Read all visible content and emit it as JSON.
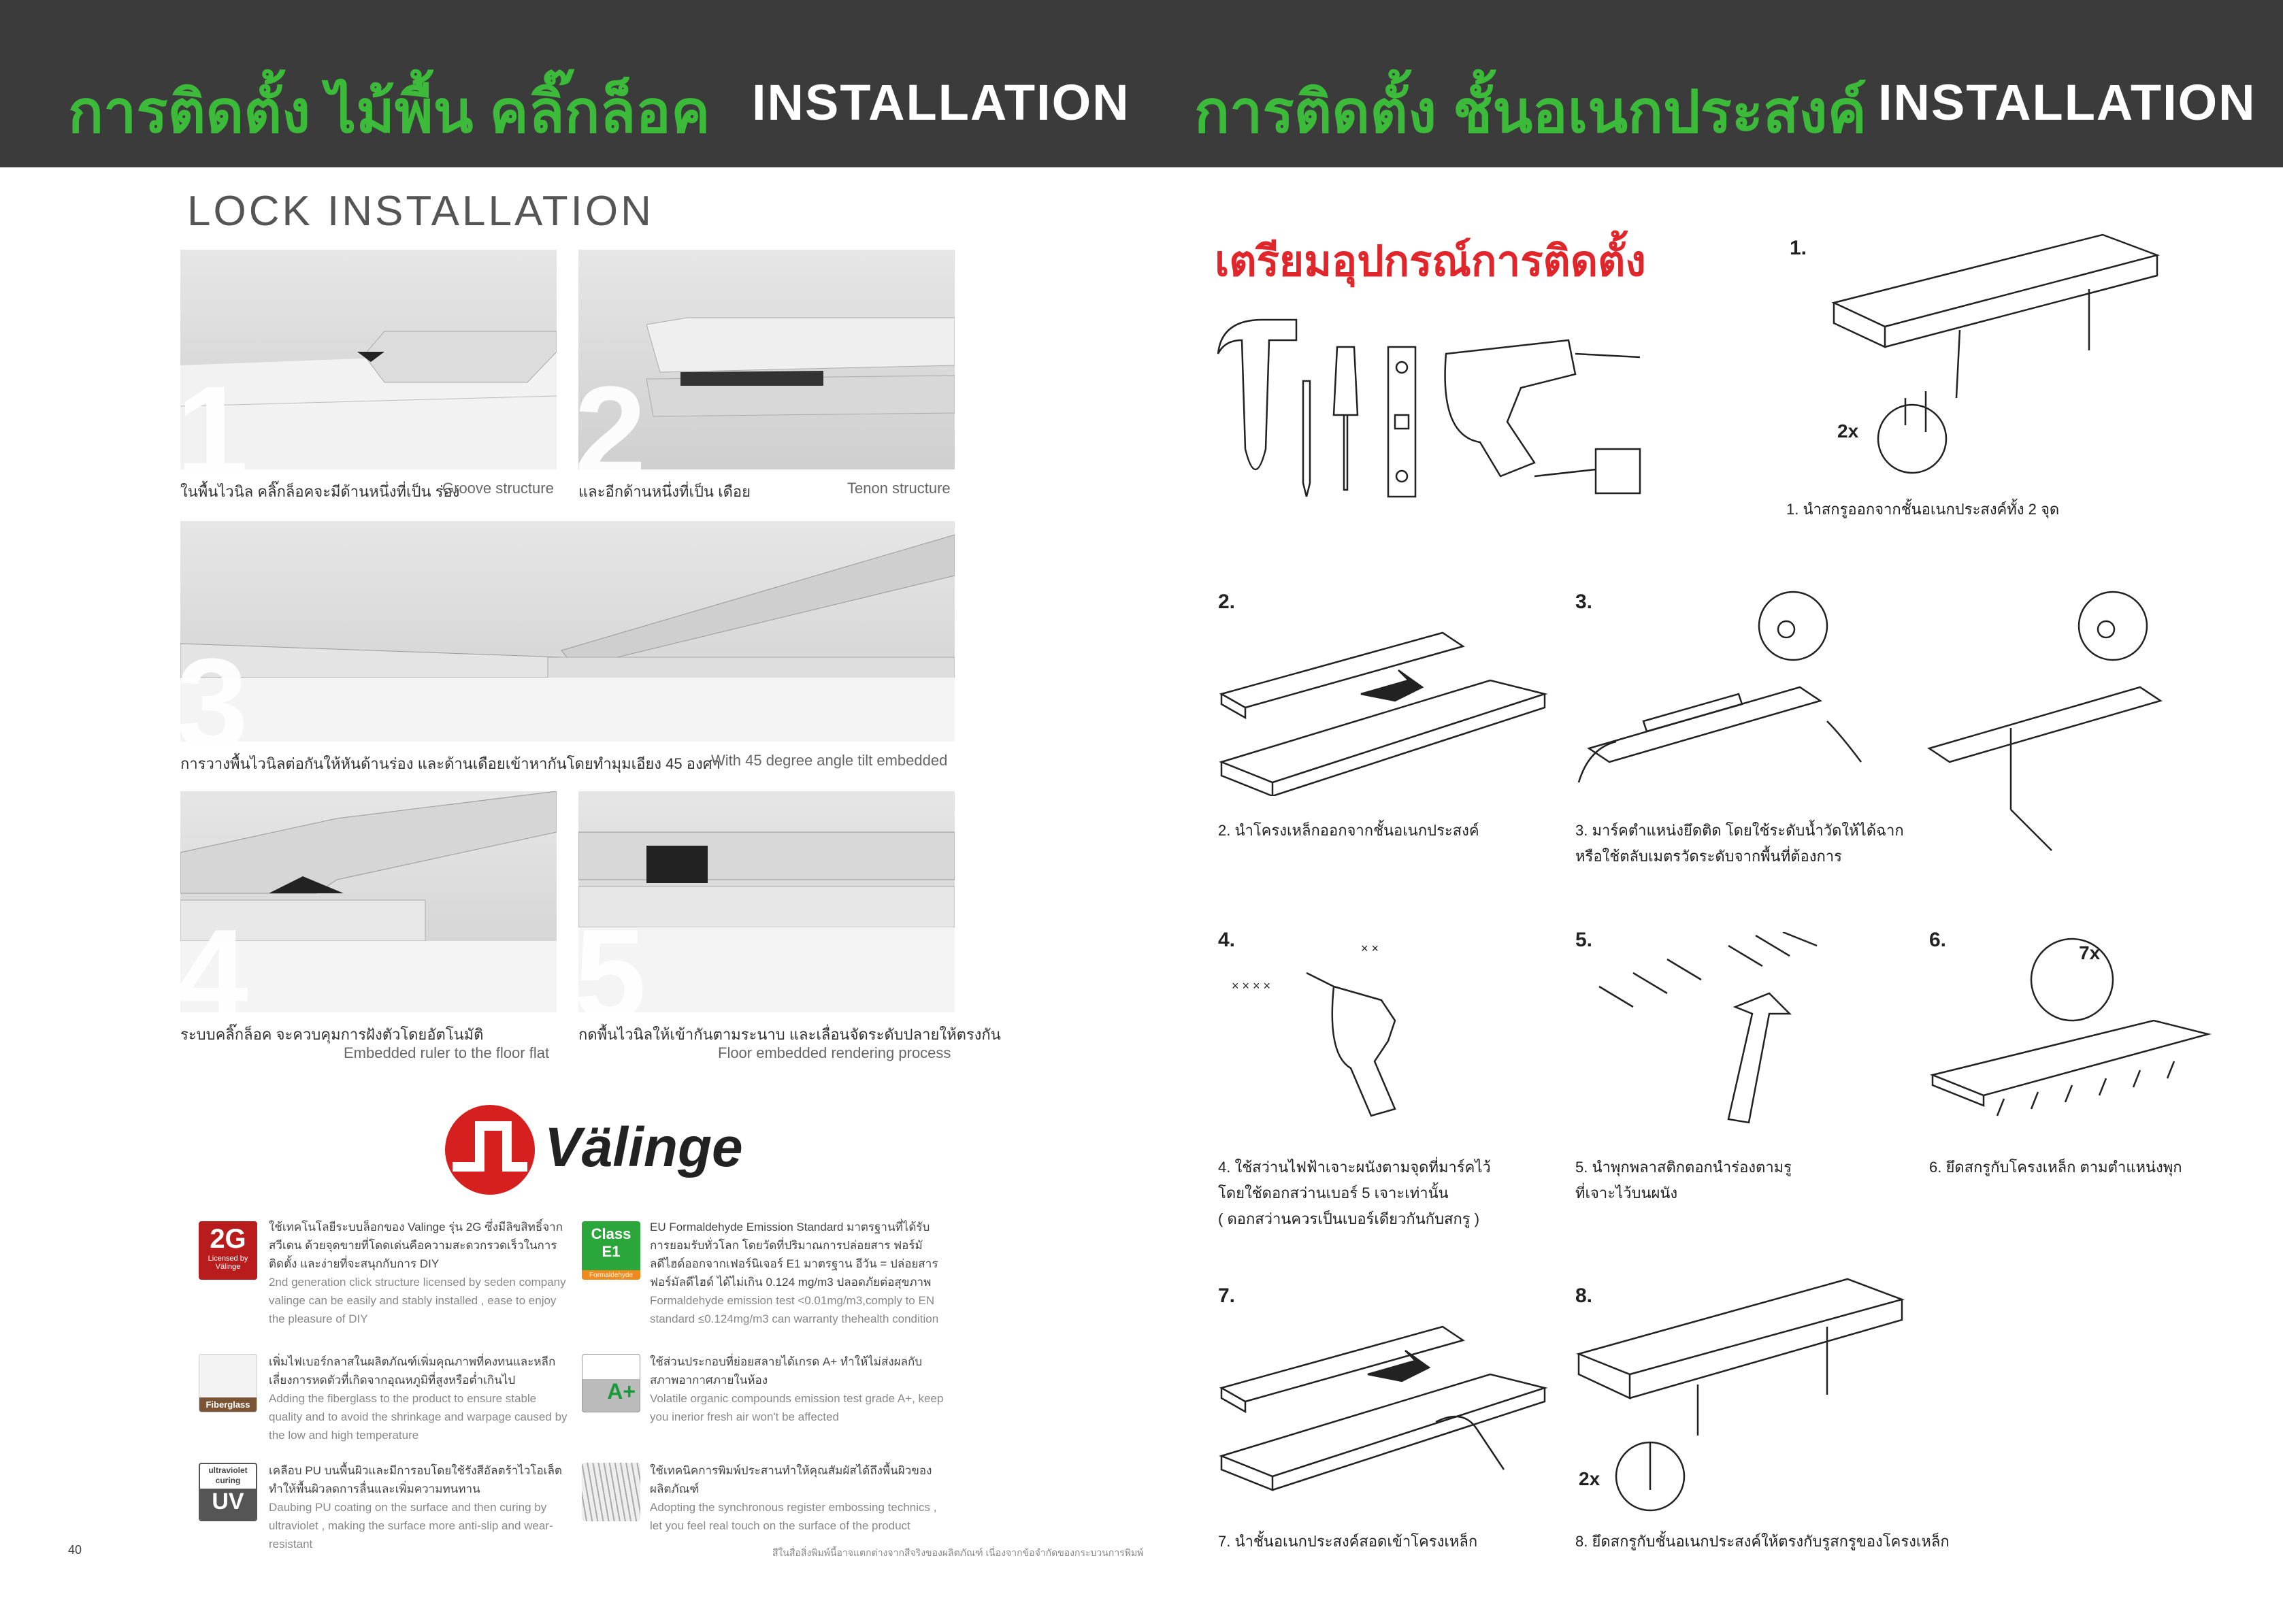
{
  "header": {
    "left_title_th": "การติดตั้ง ไม้พื้น คลิ๊กล็อค",
    "left_title_en": "INSTALLATION",
    "right_title_th": "การติดตั้ง ชั้นอเนกประสงค์",
    "right_title_en": "INSTALLATION",
    "green": "#3cbb3a",
    "bg": "#3b3b3b"
  },
  "lock": {
    "title": "LOCK INSTALLATION",
    "panels": [
      {
        "num": "1",
        "th": "ในพื้นไวนิล คลิ๊กล็อคจะมีด้านหนึ่งที่เป็น ร่อง",
        "en": "Groove structure"
      },
      {
        "num": "2",
        "th": "และอีกด้านหนึ่งที่เป็น เดือย",
        "en": "Tenon structure"
      },
      {
        "num": "3",
        "th": "การวางพื้นไวนิลต่อกันให้หันด้านร่อง และด้านเดือยเข้าหากันโดยทำมุมเอียง 45 องศา",
        "en": "With 45 degree angle tilt embedded"
      },
      {
        "num": "4",
        "th": "ระบบคลิ๊กล็อค จะควบคุมการฝังตัวโดยอัตโนมัติ",
        "en": "Embedded ruler to the floor flat"
      },
      {
        "num": "5",
        "th": "กดพื้นไวนิลให้เข้ากันตามระนาบ และเลื่อนจัดระดับปลายให้ตรงกัน",
        "en": "Floor embedded rendering process"
      }
    ]
  },
  "brand": {
    "name": "Välinge",
    "red": "#d6201f"
  },
  "features": [
    {
      "icon": "2g-valinge-badge",
      "badge": "2G",
      "badge_sub": "Licensed by Välinge",
      "th": "ใช้เทคโนโลยีระบบล็อกของ Valinge รุ่น 2G ซึ่งมีลิขสิทธิ์จากสวีเดน ด้วยจุดขายที่โดดเด่นคือความสะดวกรวดเร็วในการติดตั้ง และง่ายที่จะสนุกกับการ DIY",
      "en": "2nd generation click structure licensed by seden company valinge can be easily and stably installed , ease to enjoy the pleasure of DIY"
    },
    {
      "icon": "class-e1-badge",
      "badge": "Class E1",
      "badge_sub": "Formaldehyde Emission",
      "th": "EU Formaldehyde Emission Standard มาตรฐานที่ได้รับการยอมรับทั่วโลก โดยวัดที่ปริมาณการปล่อยสาร ฟอร์มัลดีไฮด์ออกจากเฟอร์นิเจอร์ E1 มาตรฐาน อีวัน = ปล่อยสารฟอร์มัลดีไฮด์ ได้ไม่เกิน 0.124 mg/m3 ปลอดภัยต่อสุขภาพ",
      "en": "Formaldehyde emission test <0.01mg/m3,comply to EN standard ≤0.124mg/m3 can warranty thehealth condition"
    },
    {
      "icon": "fiberglass-badge",
      "badge": "Fiberglass",
      "th": "เพิ่มไฟเบอร์กลาสในผลิตภัณฑ์เพิ่มคุณภาพที่คงทนและหลีกเลี่ยงการหดตัวที่เกิดจากอุณหภูมิที่สูงหรือต่ำเกินไป",
      "en": "Adding the fiberglass to the product to ensure stable quality and to avoid the shrinkage and warpage caused by the low and high temperature"
    },
    {
      "icon": "a-plus-air-badge",
      "badge": "A+",
      "th": "ใช้ส่วนประกอบที่ย่อยสลายได้เกรด A+ ทำให้ไม่ส่งผลกับสภาพอากาศภายในห้อง",
      "en": "Volatile organic compounds emission test grade A+, keep you inerior fresh air won't be affected"
    },
    {
      "icon": "uv-curing-badge",
      "badge": "UV",
      "badge_sub": "ultraviolet curing",
      "th": "เคลือบ PU บนพื้นผิวและมีการอบโดยใช้รังสีอัลตร้าไวโอเล็ตทำให้พื้นผิวลดการลื่นและเพิ่มความทนทาน",
      "en": "Daubing PU coating on the surface and then curing by ultraviolet , making the surface more anti-slip and wear-resistant"
    },
    {
      "icon": "wood-grain-badge",
      "th": "ใช้เทคนิคการพิมพ์ประสานทำให้คุณสัมผัสได้ถึงพื้นผิวของผลิตภัณฑ์",
      "en": "Adopting the synchronous register embossing technics , let you feel real touch on the surface of the product"
    }
  ],
  "footer": {
    "page_number": "40",
    "note": "สีในสื่อสิ่งพิมพ์นี้อาจแตกต่างจากสีจริงของผลิตภัณฑ์ เนื่องจากข้อจำกัดของกระบวนการพิมพ์"
  },
  "shelf": {
    "tools_title": "เตรียมอุปกรณ์การติดตั้ง",
    "tools_color": "#e1262b",
    "steps": [
      {
        "no": "1.",
        "cap": [
          "1. นำสกรูออกจากชั้นอเนกประสงค์ทั้ง 2 จุด"
        ],
        "badge": "2x"
      },
      {
        "no": "2.",
        "cap": [
          "2. นำโครงเหล็กออกจากชั้นอเนกประสงค์"
        ]
      },
      {
        "no": "3.",
        "cap": [
          "3. มาร์คตำแหน่งยึดติด โดยใช้ระดับน้ำวัดให้ได้ฉาก",
          "หรือใช้ตลับเมตรวัดระดับจากพื้นที่ต้องการ"
        ]
      },
      {
        "no": "4.",
        "cap": [
          "4. ใช้สว่านไฟฟ้าเจาะผนังตามจุดที่มาร์คไว้",
          "โดยใช้ดอกสว่านเบอร์ 5 เจาะเท่านั้น",
          "( ดอกสว่านควรเป็นเบอร์เดียวกันกับสกรู )"
        ]
      },
      {
        "no": "5.",
        "cap": [
          "5. นำพุกพลาสติกตอกนำร่องตามรู",
          "ที่เจาะไว้บนผนัง"
        ]
      },
      {
        "no": "6.",
        "cap": [
          "6. ยึดสกรูกับโครงเหล็ก ตามตำแหน่งพุก"
        ],
        "badge": "7x"
      },
      {
        "no": "7.",
        "cap": [
          "7. นำชั้นอเนกประสงค์สอดเข้าโครงเหล็ก"
        ]
      },
      {
        "no": "8.",
        "cap": [
          "8. ยึดสกรูกับชั้นอเนกประสงค์ให้ตรงกับรูสกรูของโครงเหล็ก"
        ],
        "badge": "2x"
      }
    ]
  }
}
